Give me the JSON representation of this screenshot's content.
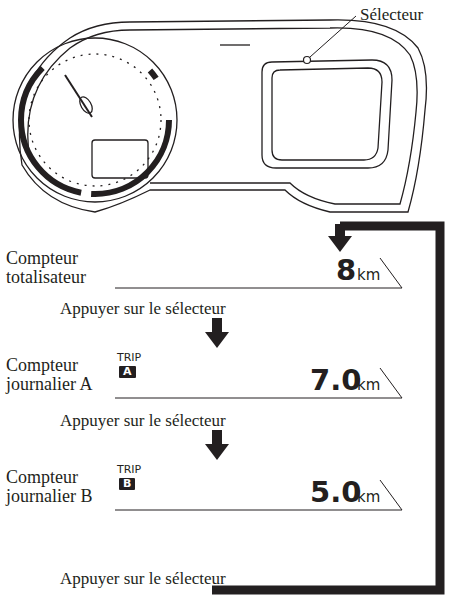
{
  "diagram": {
    "labels": [
      "Sélecteur",
      "Compteur totalisateur",
      "8",
      "km",
      "Appuyer sur le sélecteur",
      "Compteur journalier A",
      "TRIP",
      "A",
      "7.0",
      "km",
      "Appuyer sur le sélecteur",
      "Compteur journalier B",
      "TRIP",
      "B",
      "5.0",
      "km",
      "Appuyer sur le sélecteur"
    ]
  }
}
